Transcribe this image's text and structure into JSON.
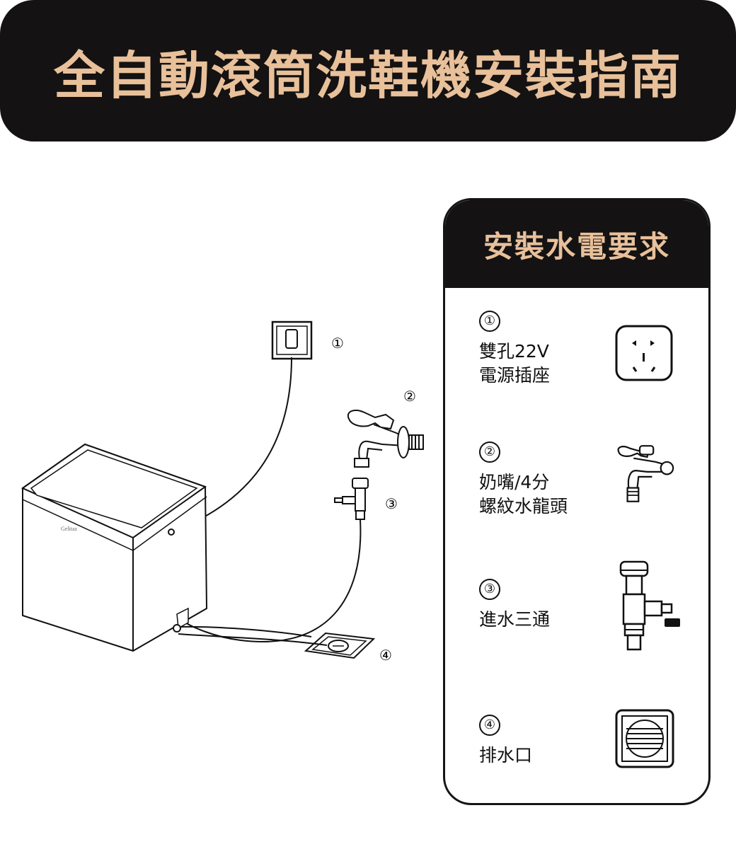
{
  "title": "全自動滾筒洗鞋機安裝指南",
  "panel": {
    "title": "安裝水電要求",
    "items": [
      {
        "number": "①",
        "line1": "雙孔22V",
        "line2": "電源插座",
        "icon": "power-outlet-icon"
      },
      {
        "number": "②",
        "line1": "奶嘴/4分",
        "line2": "螺紋水龍頭",
        "icon": "water-faucet-icon"
      },
      {
        "number": "③",
        "line1": "進水三通",
        "line2": "",
        "icon": "tee-valve-icon"
      },
      {
        "number": "④",
        "line1": "排水口",
        "line2": "",
        "icon": "floor-drain-icon"
      }
    ]
  },
  "diagram": {
    "brand": "Gelitaz",
    "callouts": [
      "①",
      "②",
      "③",
      "④"
    ]
  },
  "colors": {
    "banner": "#141212",
    "accent": "#e8c09a",
    "line": "#151515"
  }
}
